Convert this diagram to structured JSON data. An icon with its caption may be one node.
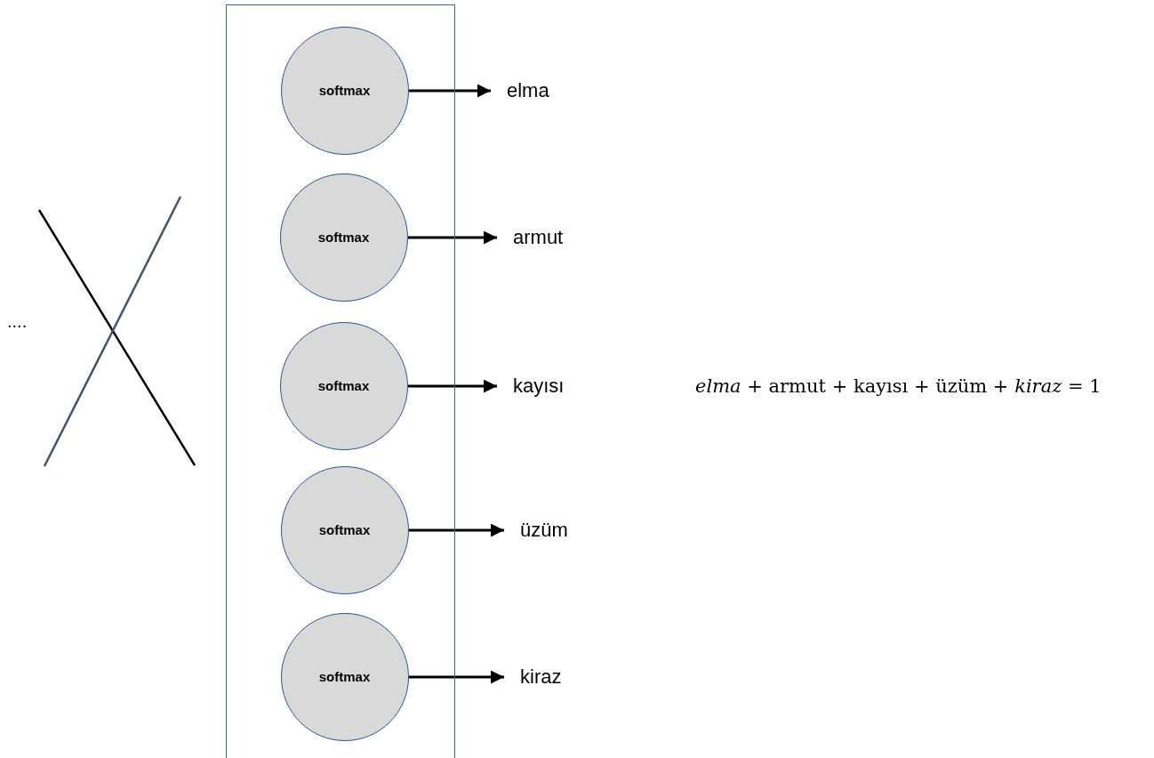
{
  "diagram": {
    "nodes": [
      {
        "text": [],
        "shape": "box"
      },
      {
        "text": [
          "softmax"
        ],
        "in": 0
      },
      {
        "text": [
          "softmax"
        ],
        "in": 0
      },
      {
        "text": [
          "softmax"
        ],
        "in": 0
      },
      {
        "text": [
          "softmax"
        ],
        "in": 0
      },
      {
        "text": [
          "softmax"
        ],
        "in": 0
      },
      {
        "text": [
          "elma"
        ]
      },
      {
        "text": [
          "armut"
        ]
      },
      {
        "text": [
          "kayısı"
        ]
      },
      {
        "text": [
          "üzüm"
        ]
      },
      {
        "text": [
          "kiraz"
        ]
      }
    ],
    "edges": [
      {
        "from": 1,
        "to": 6,
        "arrow": "to"
      },
      {
        "from": 2,
        "to": 7,
        "arrow": "to"
      },
      {
        "from": 3,
        "to": 8,
        "arrow": "to"
      },
      {
        "from": 4,
        "to": 9,
        "arrow": "to"
      },
      {
        "from": 5,
        "to": 10,
        "arrow": "to"
      }
    ],
    "labels": [
      "....",
      "*elma* + armut + kayısı  + üzüm + *kiraz* = 1"
    ]
  }
}
